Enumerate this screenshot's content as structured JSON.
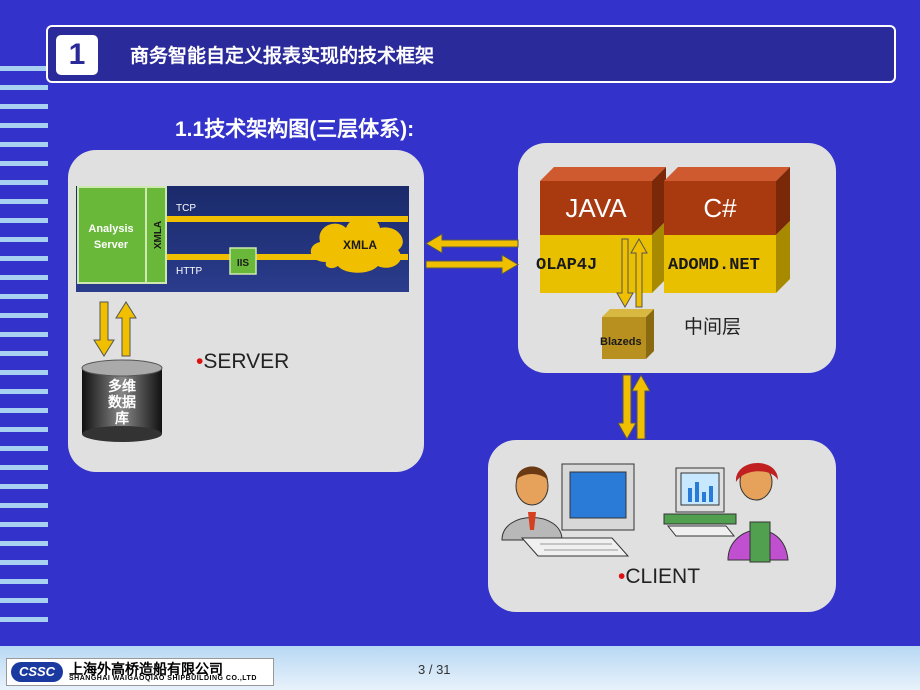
{
  "header": {
    "section_number": "1",
    "title": "商务智能自定义报表实现的技术框架"
  },
  "subtitle": "1.1技术架构图(三层体系):",
  "server": {
    "analysis_server": "Analysis Server",
    "xmla_vertical": "XMLA",
    "tcp": "TCP",
    "http": "HTTP",
    "iis": "IIS",
    "xmla_cloud": "XMLA",
    "database_label": "多维数据库",
    "label": "SERVER"
  },
  "middle": {
    "java": "JAVA",
    "csharp": "C#",
    "olap4j": "OLAP4J",
    "adomd": "ADOMD.NET",
    "blazeds": "Blazeds",
    "label": "中间层"
  },
  "client": {
    "label": "CLIENT"
  },
  "footer": {
    "logo_text": "CSSC",
    "company_cn": "上海外高桥造船有限公司",
    "company_en": "SHANGHAI WAIGAOQIAO SHIPBUILDING CO.,LTD",
    "page": "3 / 31"
  },
  "colors": {
    "background": "#3333cc",
    "panel": "#e0e0e0",
    "java_block": "#a93a10",
    "olap_block": "#e8c000",
    "arrow": "#f0c000"
  }
}
